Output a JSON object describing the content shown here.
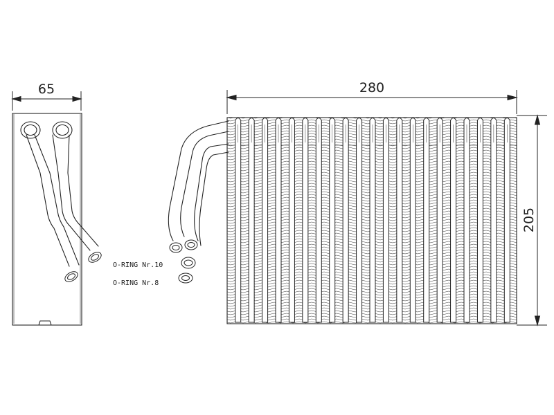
{
  "dimensions": {
    "depth": "65",
    "width": "280",
    "height": "205"
  },
  "labels": {
    "oring_large": "O-RING Nr.10",
    "oring_small": "O-RING Nr.8"
  },
  "core": {
    "tube_count": 21
  },
  "colors": {
    "line": "#222222",
    "background": "#ffffff"
  }
}
